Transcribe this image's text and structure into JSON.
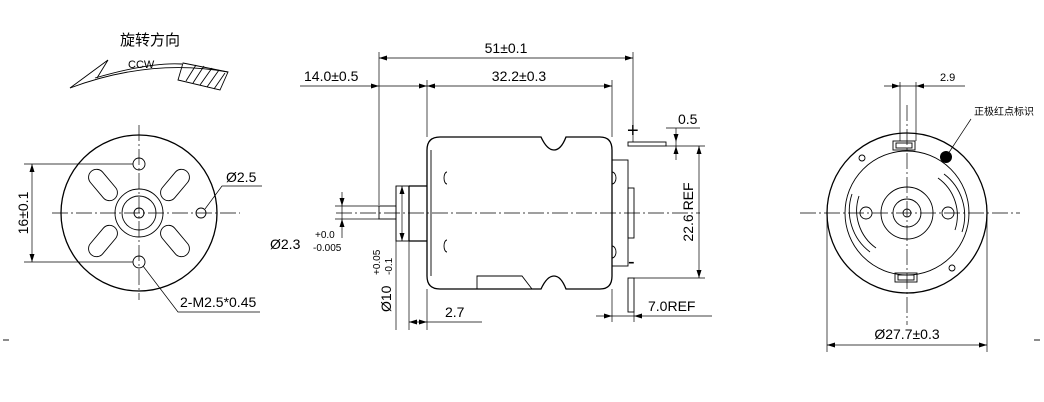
{
  "rotation": {
    "title": "旋转方向",
    "direction": "CCW"
  },
  "front_view": {
    "dim_height": "16±0.1",
    "dim_hole": "Ø2.5",
    "dim_thread": "2-M2.5*0.45"
  },
  "side_view": {
    "dim_total_length": "51±0.1",
    "dim_shaft_length": "14.0±0.5",
    "dim_body_length": "32.2±0.3",
    "dim_terminal_thickness": "0.5",
    "dim_terminal_height": "22.6 REF",
    "dim_shaft_dia": "Ø2.3",
    "dim_shaft_tol_upper": "+0.0",
    "dim_shaft_tol_lower": "-0.005",
    "dim_boss_dia": "Ø10",
    "dim_boss_tol_upper": "+0.05",
    "dim_boss_tol_lower": "-0.1",
    "dim_boss_length": "2.7",
    "dim_terminal_length": "7.0REF",
    "terminal_plus": "+",
    "terminal_minus": "-"
  },
  "rear_view": {
    "dim_terminal_width": "2.9",
    "label_red_dot": "正极红点标识",
    "dim_diameter": "Ø27.7±0.3"
  }
}
